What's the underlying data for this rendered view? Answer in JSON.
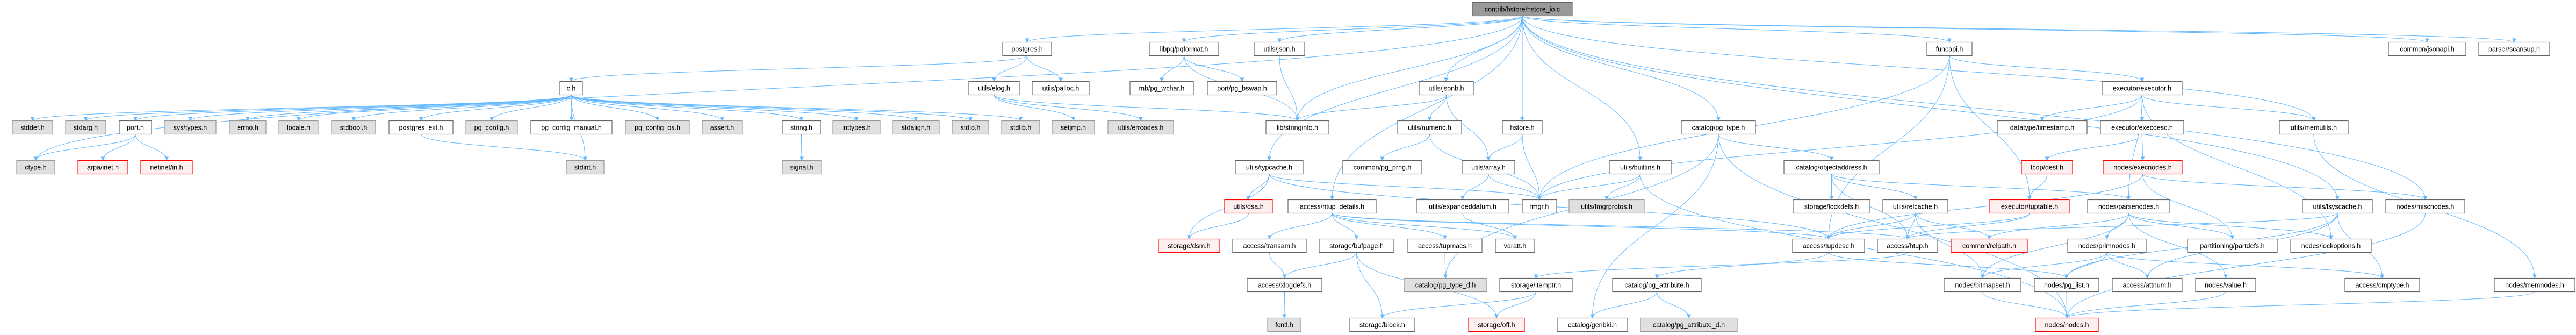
{
  "title": "contrib/hstore/hstore_io.c",
  "colors": {
    "edge": "#63b8ff",
    "root": "#999999",
    "missing_fill": "#fff0f0",
    "missing_border": "#ff0000",
    "system_fill": "#e0e0e0"
  },
  "nodes": [
    {
      "id": "root",
      "label": "contrib/hstore/hstore_io.c",
      "kind": "root"
    },
    {
      "id": "postgres",
      "label": "postgres.h",
      "kind": "white"
    },
    {
      "id": "pqformat",
      "label": "libpq/pqformat.h",
      "kind": "white"
    },
    {
      "id": "json",
      "label": "utils/json.h",
      "kind": "white"
    },
    {
      "id": "funcapi",
      "label": "funcapi.h",
      "kind": "white"
    },
    {
      "id": "jsonapi",
      "label": "common/jsonapi.h",
      "kind": "white"
    },
    {
      "id": "scansup",
      "label": "parser/scansup.h",
      "kind": "white"
    },
    {
      "id": "ch",
      "label": "c.h",
      "kind": "white"
    },
    {
      "id": "elog",
      "label": "utils/elog.h",
      "kind": "white"
    },
    {
      "id": "palloc",
      "label": "utils/palloc.h",
      "kind": "white"
    },
    {
      "id": "pgwchar",
      "label": "mb/pg_wchar.h",
      "kind": "white"
    },
    {
      "id": "bswap",
      "label": "port/pg_bswap.h",
      "kind": "white"
    },
    {
      "id": "jsonb",
      "label": "utils/jsonb.h",
      "kind": "white"
    },
    {
      "id": "executor",
      "label": "executor/executor.h",
      "kind": "white"
    },
    {
      "id": "stddef",
      "label": "stddef.h",
      "kind": "gray"
    },
    {
      "id": "stdarg",
      "label": "stdarg.h",
      "kind": "gray"
    },
    {
      "id": "port",
      "label": "port.h",
      "kind": "white"
    },
    {
      "id": "systypes",
      "label": "sys/types.h",
      "kind": "gray"
    },
    {
      "id": "errno",
      "label": "errno.h",
      "kind": "gray"
    },
    {
      "id": "locale",
      "label": "locale.h",
      "kind": "gray"
    },
    {
      "id": "stdbool",
      "label": "stdbool.h",
      "kind": "gray"
    },
    {
      "id": "pgext",
      "label": "postgres_ext.h",
      "kind": "white"
    },
    {
      "id": "pgconfig",
      "label": "pg_config.h",
      "kind": "gray"
    },
    {
      "id": "pgconfman",
      "label": "pg_config_manual.h",
      "kind": "white"
    },
    {
      "id": "pgconfos",
      "label": "pg_config_os.h",
      "kind": "gray"
    },
    {
      "id": "assert",
      "label": "assert.h",
      "kind": "gray"
    },
    {
      "id": "string",
      "label": "string.h",
      "kind": "white"
    },
    {
      "id": "inttypes",
      "label": "inttypes.h",
      "kind": "gray"
    },
    {
      "id": "stdalign",
      "label": "stdalign.h",
      "kind": "gray"
    },
    {
      "id": "stdio",
      "label": "stdio.h",
      "kind": "gray"
    },
    {
      "id": "stdlib",
      "label": "stdlib.h",
      "kind": "gray"
    },
    {
      "id": "setjmp",
      "label": "setjmp.h",
      "kind": "gray"
    },
    {
      "id": "errcodes",
      "label": "utils/errcodes.h",
      "kind": "gray"
    },
    {
      "id": "stringinfo",
      "label": "lib/stringinfo.h",
      "kind": "white"
    },
    {
      "id": "numeric",
      "label": "utils/numeric.h",
      "kind": "white"
    },
    {
      "id": "hstore",
      "label": "hstore.h",
      "kind": "white"
    },
    {
      "id": "pgtype",
      "label": "catalog/pg_type.h",
      "kind": "white"
    },
    {
      "id": "timestamp",
      "label": "datatype/timestamp.h",
      "kind": "white"
    },
    {
      "id": "execdesc",
      "label": "executor/execdesc.h",
      "kind": "white"
    },
    {
      "id": "memutils",
      "label": "utils/memutils.h",
      "kind": "white"
    },
    {
      "id": "ctype",
      "label": "ctype.h",
      "kind": "gray"
    },
    {
      "id": "arpa",
      "label": "arpa/inet.h",
      "kind": "red"
    },
    {
      "id": "netinet",
      "label": "netinet/in.h",
      "kind": "red"
    },
    {
      "id": "stdint",
      "label": "stdint.h",
      "kind": "gray"
    },
    {
      "id": "signal",
      "label": "signal.h",
      "kind": "gray"
    },
    {
      "id": "typcache",
      "label": "utils/typcache.h",
      "kind": "white"
    },
    {
      "id": "prng",
      "label": "common/pg_prng.h",
      "kind": "white"
    },
    {
      "id": "array",
      "label": "utils/array.h",
      "kind": "white"
    },
    {
      "id": "builtins",
      "label": "utils/builtins.h",
      "kind": "white"
    },
    {
      "id": "objaddr",
      "label": "catalog/objectaddress.h",
      "kind": "white"
    },
    {
      "id": "dest",
      "label": "tcop/dest.h",
      "kind": "red"
    },
    {
      "id": "execnodes",
      "label": "nodes/execnodes.h",
      "kind": "red"
    },
    {
      "id": "dsa",
      "label": "utils/dsa.h",
      "kind": "red"
    },
    {
      "id": "htupdet",
      "label": "access/htup_details.h",
      "kind": "white"
    },
    {
      "id": "expdatum",
      "label": "utils/expandeddatum.h",
      "kind": "white"
    },
    {
      "id": "fmgr",
      "label": "fmgr.h",
      "kind": "white"
    },
    {
      "id": "fmgrprotos",
      "label": "utils/fmgrprotos.h",
      "kind": "gray"
    },
    {
      "id": "lockdefs",
      "label": "storage/lockdefs.h",
      "kind": "white"
    },
    {
      "id": "relcache",
      "label": "utils/relcache.h",
      "kind": "white"
    },
    {
      "id": "tuptable",
      "label": "executor/tuptable.h",
      "kind": "red"
    },
    {
      "id": "parsenodes",
      "label": "nodes/parsenodes.h",
      "kind": "white"
    },
    {
      "id": "lsyscache",
      "label": "utils/lsyscache.h",
      "kind": "white"
    },
    {
      "id": "miscnodes",
      "label": "nodes/miscnodes.h",
      "kind": "white"
    },
    {
      "id": "dsm",
      "label": "storage/dsm.h",
      "kind": "red"
    },
    {
      "id": "transam",
      "label": "access/transam.h",
      "kind": "white"
    },
    {
      "id": "bufpage",
      "label": "storage/bufpage.h",
      "kind": "white"
    },
    {
      "id": "tupmacs",
      "label": "access/tupmacs.h",
      "kind": "white"
    },
    {
      "id": "varatt",
      "label": "varatt.h",
      "kind": "white"
    },
    {
      "id": "tupdesc",
      "label": "access/tupdesc.h",
      "kind": "white"
    },
    {
      "id": "htup",
      "label": "access/htup.h",
      "kind": "white"
    },
    {
      "id": "relpath",
      "label": "common/relpath.h",
      "kind": "red"
    },
    {
      "id": "primnodes",
      "label": "nodes/primnodes.h",
      "kind": "white"
    },
    {
      "id": "partdefs",
      "label": "partitioning/partdefs.h",
      "kind": "white"
    },
    {
      "id": "lockoptions",
      "label": "nodes/lockoptions.h",
      "kind": "white"
    },
    {
      "id": "xlogdefs",
      "label": "access/xlogdefs.h",
      "kind": "white"
    },
    {
      "id": "pgtyped",
      "label": "catalog/pg_type_d.h",
      "kind": "gray"
    },
    {
      "id": "itemptr",
      "label": "storage/itemptr.h",
      "kind": "white"
    },
    {
      "id": "pgattr",
      "label": "catalog/pg_attribute.h",
      "kind": "white"
    },
    {
      "id": "bitmapset",
      "label": "nodes/bitmapset.h",
      "kind": "white"
    },
    {
      "id": "pglist",
      "label": "nodes/pg_list.h",
      "kind": "white"
    },
    {
      "id": "attnum",
      "label": "access/attnum.h",
      "kind": "white"
    },
    {
      "id": "value",
      "label": "nodes/value.h",
      "kind": "white"
    },
    {
      "id": "cmptype",
      "label": "access/cmptype.h",
      "kind": "white"
    },
    {
      "id": "memnodes",
      "label": "nodes/memnodes.h",
      "kind": "white"
    },
    {
      "id": "fcntl",
      "label": "fcntl.h",
      "kind": "gray"
    },
    {
      "id": "block",
      "label": "storage/block.h",
      "kind": "white"
    },
    {
      "id": "off",
      "label": "storage/off.h",
      "kind": "red"
    },
    {
      "id": "genbki",
      "label": "catalog/genbki.h",
      "kind": "white"
    },
    {
      "id": "pgattrd",
      "label": "catalog/pg_attribute_d.h",
      "kind": "gray"
    },
    {
      "id": "nodes",
      "label": "nodes/nodes.h",
      "kind": "red"
    }
  ],
  "edges": [
    [
      "root",
      "postgres"
    ],
    [
      "root",
      "pqformat"
    ],
    [
      "root",
      "json"
    ],
    [
      "root",
      "stringinfo"
    ],
    [
      "root",
      "typcache"
    ],
    [
      "root",
      "htupdet"
    ],
    [
      "root",
      "jsonb"
    ],
    [
      "root",
      "hstore"
    ],
    [
      "root",
      "builtins"
    ],
    [
      "root",
      "pgtype"
    ],
    [
      "root",
      "funcapi"
    ],
    [
      "root",
      "memutils"
    ],
    [
      "root",
      "lsyscache"
    ],
    [
      "root",
      "miscnodes"
    ],
    [
      "root",
      "jsonapi"
    ],
    [
      "root",
      "scansup"
    ],
    [
      "root",
      "ctype"
    ],
    [
      "postgres",
      "ch"
    ],
    [
      "postgres",
      "elog"
    ],
    [
      "postgres",
      "palloc"
    ],
    [
      "ch",
      "stddef"
    ],
    [
      "ch",
      "stdarg"
    ],
    [
      "ch",
      "port"
    ],
    [
      "ch",
      "systypes"
    ],
    [
      "ch",
      "errno"
    ],
    [
      "ch",
      "locale"
    ],
    [
      "ch",
      "stdbool"
    ],
    [
      "ch",
      "pgext"
    ],
    [
      "ch",
      "pgconfig"
    ],
    [
      "ch",
      "pgconfman"
    ],
    [
      "ch",
      "pgconfos"
    ],
    [
      "ch",
      "assert"
    ],
    [
      "ch",
      "string"
    ],
    [
      "ch",
      "inttypes"
    ],
    [
      "ch",
      "stdalign"
    ],
    [
      "ch",
      "stdio"
    ],
    [
      "ch",
      "stdlib"
    ],
    [
      "ch",
      "stdint"
    ],
    [
      "port",
      "ctype"
    ],
    [
      "port",
      "arpa"
    ],
    [
      "port",
      "netinet"
    ],
    [
      "pgext",
      "stdint"
    ],
    [
      "string",
      "signal"
    ],
    [
      "elog",
      "setjmp"
    ],
    [
      "elog",
      "errcodes"
    ],
    [
      "elog",
      "stringinfo"
    ],
    [
      "pqformat",
      "stringinfo"
    ],
    [
      "pqformat",
      "pgwchar"
    ],
    [
      "pqformat",
      "bswap"
    ],
    [
      "json",
      "stringinfo"
    ],
    [
      "jsonb",
      "stringinfo"
    ],
    [
      "jsonb",
      "numeric"
    ],
    [
      "jsonb",
      "array"
    ],
    [
      "numeric",
      "prng"
    ],
    [
      "numeric",
      "fmgr"
    ],
    [
      "hstore",
      "array"
    ],
    [
      "hstore",
      "fmgr"
    ],
    [
      "array",
      "expdatum"
    ],
    [
      "array",
      "fmgr"
    ],
    [
      "builtins",
      "fmgr"
    ],
    [
      "builtins",
      "fmgrprotos"
    ],
    [
      "builtins",
      "nodes"
    ],
    [
      "typcache",
      "dsa"
    ],
    [
      "typcache",
      "dsm"
    ],
    [
      "typcache",
      "tupdesc"
    ],
    [
      "typcache",
      "fmgr"
    ],
    [
      "dsa",
      "dsm"
    ],
    [
      "htupdet",
      "transam"
    ],
    [
      "htupdet",
      "bufpage"
    ],
    [
      "htupdet",
      "tupmacs"
    ],
    [
      "htupdet",
      "varatt"
    ],
    [
      "htupdet",
      "tupdesc"
    ],
    [
      "htupdet",
      "htup"
    ],
    [
      "transam",
      "xlogdefs"
    ],
    [
      "xlogdefs",
      "fcntl"
    ],
    [
      "bufpage",
      "xlogdefs"
    ],
    [
      "bufpage",
      "block"
    ],
    [
      "bufpage",
      "off"
    ],
    [
      "tupmacs",
      "pgtyped"
    ],
    [
      "expdatum",
      "varatt"
    ],
    [
      "pgtype",
      "objaddr"
    ],
    [
      "pgtype",
      "pgtyped"
    ],
    [
      "pgtype",
      "genbki"
    ],
    [
      "pgtype",
      "nodes"
    ],
    [
      "objaddr",
      "lockdefs"
    ],
    [
      "objaddr",
      "relcache"
    ],
    [
      "objaddr",
      "htup"
    ],
    [
      "objaddr",
      "parsenodes"
    ],
    [
      "relcache",
      "tupdesc"
    ],
    [
      "relcache",
      "htup"
    ],
    [
      "relcache",
      "bitmapset"
    ],
    [
      "relcache",
      "relpath"
    ],
    [
      "tupdesc",
      "pgattr"
    ],
    [
      "tupdesc",
      "pglist"
    ],
    [
      "htup",
      "itemptr"
    ],
    [
      "itemptr",
      "block"
    ],
    [
      "itemptr",
      "off"
    ],
    [
      "pgattr",
      "genbki"
    ],
    [
      "pgattr",
      "pgattrd"
    ],
    [
      "funcapi",
      "fmgr"
    ],
    [
      "funcapi",
      "executor"
    ],
    [
      "funcapi",
      "tuptable"
    ],
    [
      "funcapi",
      "tupdesc"
    ],
    [
      "executor",
      "fmgr"
    ],
    [
      "executor",
      "timestamp"
    ],
    [
      "executor",
      "execdesc"
    ],
    [
      "executor",
      "memutils"
    ],
    [
      "executor",
      "parsenodes"
    ],
    [
      "executor",
      "lockoptions"
    ],
    [
      "execdesc",
      "dest"
    ],
    [
      "execdesc",
      "execnodes"
    ],
    [
      "dest",
      "tuptable"
    ],
    [
      "execnodes",
      "partdefs"
    ],
    [
      "execnodes",
      "miscnodes"
    ],
    [
      "execnodes",
      "tupdesc"
    ],
    [
      "tuptable",
      "htup"
    ],
    [
      "tuptable",
      "tupdesc"
    ],
    [
      "parsenodes",
      "relpath"
    ],
    [
      "parsenodes",
      "primnodes"
    ],
    [
      "parsenodes",
      "partdefs"
    ],
    [
      "parsenodes",
      "lockoptions"
    ],
    [
      "parsenodes",
      "bitmapset"
    ],
    [
      "parsenodes",
      "value"
    ],
    [
      "primnodes",
      "bitmapset"
    ],
    [
      "primnodes",
      "pglist"
    ],
    [
      "primnodes",
      "attnum"
    ],
    [
      "primnodes",
      "cmptype"
    ],
    [
      "lsyscache",
      "attnum"
    ],
    [
      "lsyscache",
      "htup"
    ],
    [
      "lsyscache",
      "cmptype"
    ],
    [
      "lsyscache",
      "pglist"
    ],
    [
      "miscnodes",
      "nodes"
    ],
    [
      "memutils",
      "memnodes"
    ],
    [
      "memnodes",
      "nodes"
    ],
    [
      "bitmapset",
      "nodes"
    ],
    [
      "pglist",
      "nodes"
    ],
    [
      "value",
      "nodes"
    ]
  ]
}
